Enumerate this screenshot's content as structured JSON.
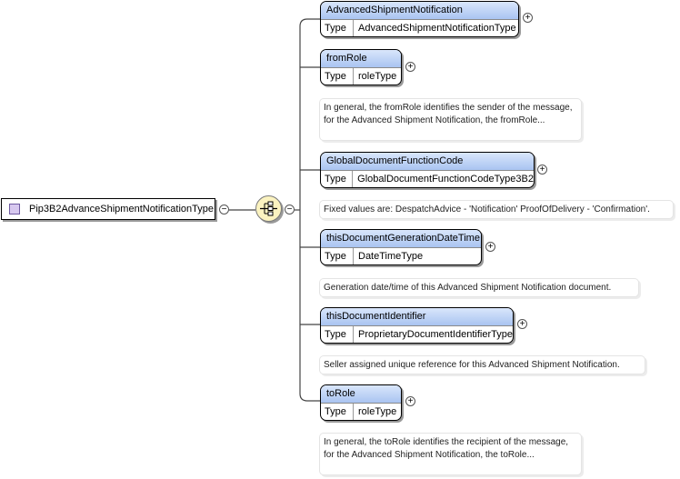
{
  "root": {
    "name": "Pip3B2AdvanceShipmentNotificationType"
  },
  "type_label": "Type",
  "elements": [
    {
      "name": "AdvancedShipmentNotification",
      "type": "AdvancedShipmentNotificationType"
    },
    {
      "name": "fromRole",
      "type": "roleType",
      "doc": "In general, the fromRole identifies the sender of the message, for the Advanced Shipment Notification, the fromRole..."
    },
    {
      "name": "GlobalDocumentFunctionCode",
      "type": "GlobalDocumentFunctionCodeType3B2",
      "doc": "Fixed values are: DespatchAdvice - 'Notification' ProofOfDelivery - 'Confirmation'."
    },
    {
      "name": "thisDocumentGenerationDateTime",
      "type": "DateTimeType",
      "doc": "Generation date/time of this Advanced Shipment Notification document."
    },
    {
      "name": "thisDocumentIdentifier",
      "type": "ProprietaryDocumentIdentifierType",
      "doc": "Seller assigned unique reference for this Advanced Shipment Notification."
    },
    {
      "name": "toRole",
      "type": "roleType",
      "doc": "In general, the toRole identifies the recipient of the message, for the Advanced Shipment Notification, the toRole..."
    }
  ],
  "icons": {
    "root": "complex-type-icon",
    "sequence": "sequence-compositor-icon",
    "collapse": "collapse-icon",
    "expand": "expand-icon"
  },
  "colors": {
    "element_header_top": "#d9e6fb",
    "element_header_bottom": "#a9c4f1",
    "compositor_fill": "#fbf3c0",
    "root_icon_fill": "#d7c8ef"
  }
}
